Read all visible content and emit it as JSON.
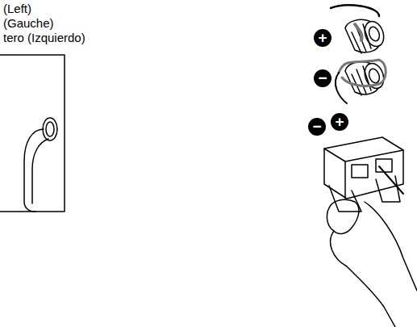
{
  "diagram": {
    "labels": [
      "(Left)",
      "(Gauche)",
      "tero (Izquierdo)",
      "+",
      "−",
      "−",
      "+"
    ]
  }
}
